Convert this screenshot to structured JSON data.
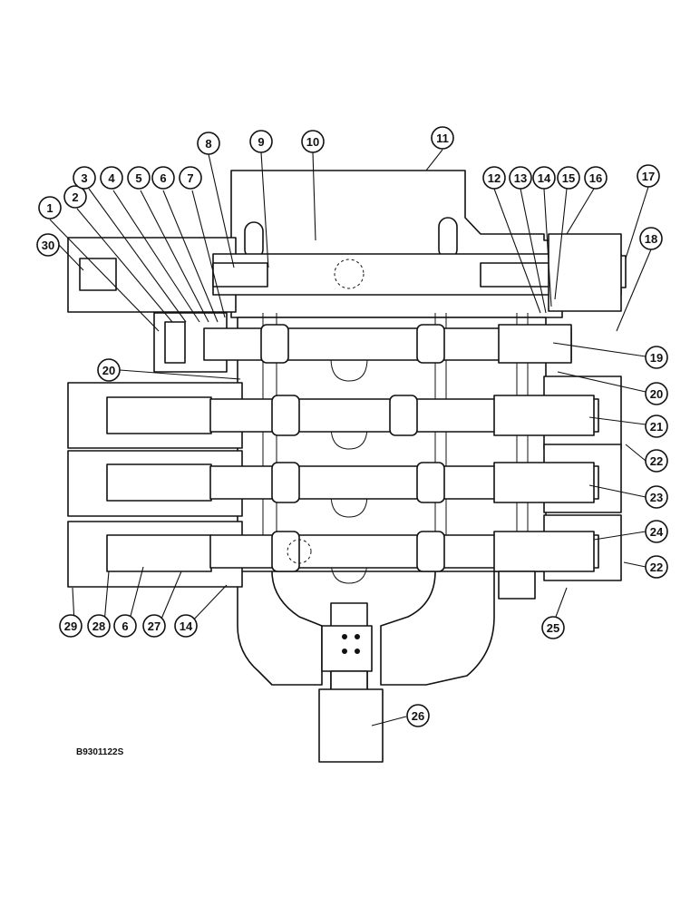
{
  "drawing_code": "B9301122S",
  "callouts": [
    "1",
    "2",
    "3",
    "4",
    "5",
    "6",
    "7",
    "8",
    "9",
    "10",
    "11",
    "12",
    "13",
    "14",
    "15",
    "16",
    "17",
    "18",
    "19",
    "20",
    "21",
    "22",
    "23",
    "24",
    "25",
    "26",
    "27",
    "28",
    "29",
    "30"
  ]
}
